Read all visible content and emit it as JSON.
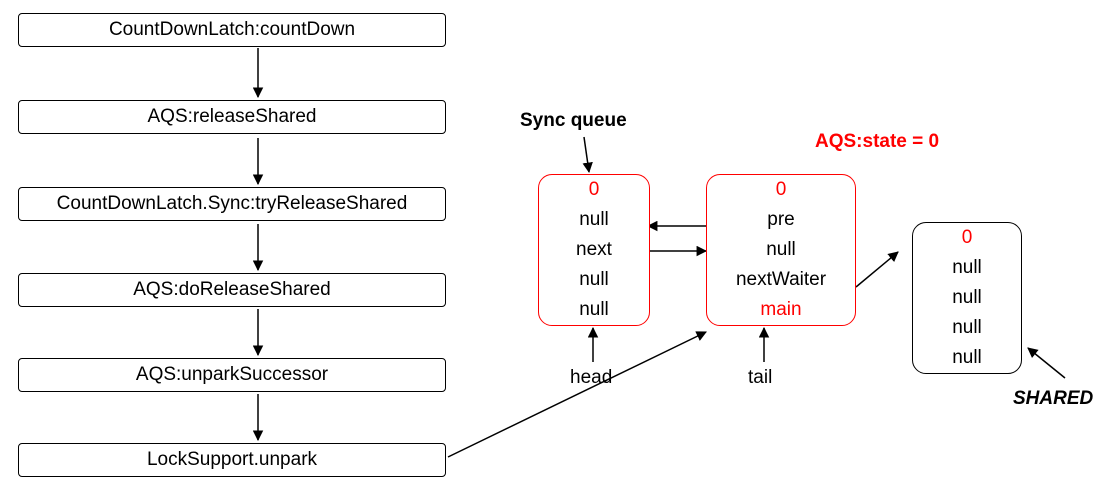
{
  "call_chain": [
    {
      "label": "CountDownLatch:countDown"
    },
    {
      "label": "AQS:releaseShared"
    },
    {
      "label": "CountDownLatch.Sync:tryReleaseShared"
    },
    {
      "label": "AQS:doReleaseShared"
    },
    {
      "label": "AQS:unparkSuccessor"
    },
    {
      "label": "LockSupport.unpark"
    }
  ],
  "sync_queue_label": "Sync queue",
  "state_label": "AQS:state = 0",
  "nodes": {
    "head_node": {
      "fields": [
        "0",
        "null",
        "next",
        "null",
        "null"
      ]
    },
    "tail_node": {
      "fields": [
        "0",
        "pre",
        "null",
        "nextWaiter",
        "main"
      ]
    },
    "shared_node": {
      "fields": [
        "0",
        "null",
        "null",
        "null",
        "null"
      ]
    }
  },
  "head_label": "head",
  "tail_label": "tail",
  "shared_label": "SHARED",
  "colors": {
    "accent": "#ff0000",
    "line": "#000000"
  }
}
